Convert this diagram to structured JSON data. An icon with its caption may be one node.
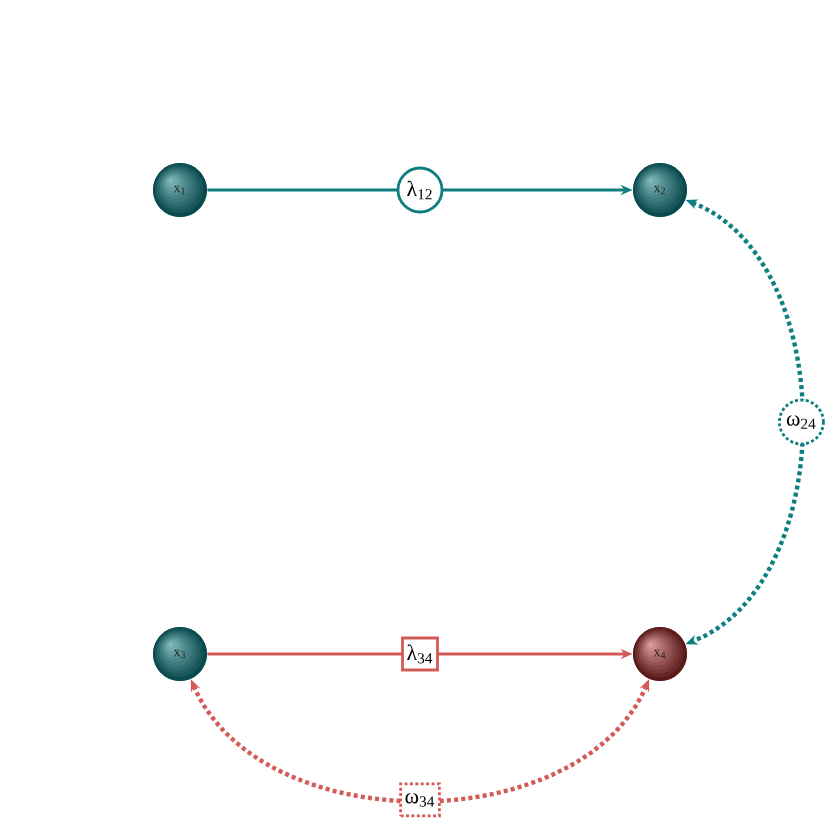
{
  "diagram": {
    "nodes": [
      {
        "text": [
          "x$_{1}$"
        ]
      },
      {
        "text": [
          "x$_{2}$"
        ]
      },
      {
        "text": [
          "x$_{3}$"
        ]
      },
      {
        "text": [
          "x$_{4}$"
        ]
      }
    ],
    "edges": [
      {
        "from": 0,
        "to": 1,
        "arrow": "to",
        "label": "λ$_{12}$",
        "color": "#0e7f80"
      },
      {
        "from": 2,
        "to": 3,
        "arrow": "to",
        "label": "λ$_{34}$",
        "color": "#d45a57"
      },
      {
        "from": 1,
        "to": 3,
        "arrow": "both",
        "label": "ω$_{24}$",
        "style": "dashed",
        "color": "#0e7f80"
      },
      {
        "from": 2,
        "to": 3,
        "arrow": "both",
        "label": "ω$_{34}$",
        "style": "dashed",
        "color": "#d45a57"
      }
    ]
  }
}
